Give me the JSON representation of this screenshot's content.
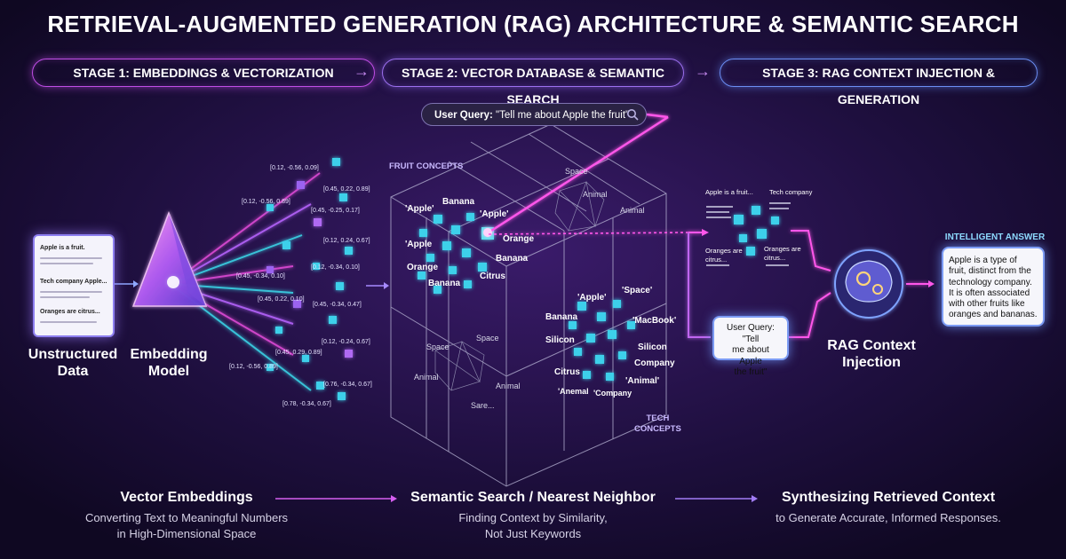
{
  "title": "RETRIEVAL-AUGMENTED GENERATION (RAG) ARCHITECTURE & SEMANTIC SEARCH",
  "stages": [
    "STAGE 1: EMBEDDINGS & VECTORIZATION",
    "STAGE 2: VECTOR DATABASE & SEMANTIC SEARCH",
    "STAGE 3: RAG CONTEXT INJECTION & GENERATION"
  ],
  "query_pill": {
    "label": "User Query:",
    "text": "\"Tell me about Apple the fruit\"",
    "icon": "search-icon"
  },
  "document": {
    "lines": [
      "Apple is a fruit.",
      "Tech company Apple...",
      "Oranges are citrus..."
    ],
    "label_line1": "Unstructured",
    "label_line2": "Data"
  },
  "embedding_model": {
    "line1": "Embedding",
    "line2": "Model"
  },
  "vectors": [
    "[0.12, -0.56, 0.09]",
    "[0.12, -0.56, 0.89]",
    "[0.45, 0.22, 0.89]",
    "[0.45, -0.25, 0.17]",
    "[0.12, 0.24, 0.67]",
    "[0.45, -0.34, 0.10]",
    "[0.12, -0.34, 0.10]",
    "[0.45, 0.22, 0.10]",
    "[0.45, -0.34, 0.47]",
    "[0.12, -0.24, 0.67]",
    "[0.45, 0.29, 0.89]",
    "[0.12, -0.56, 0.89]",
    "[0.76, -0.34, 0.67]",
    "[0.78, -0.34, 0.67]"
  ],
  "cube": {
    "fruit_title": "FRUIT CONCEPTS",
    "fruit_words": [
      "'Apple'",
      "Banana",
      "'Apple'",
      "'Apple",
      "Orange",
      "Orange",
      "Banana",
      "Citrus",
      "Banana"
    ],
    "space_top": [
      "Space",
      "Animal",
      "Animal"
    ],
    "space_bottom": [
      "Space",
      "Space",
      "Animal",
      "Animal",
      "Sare..."
    ],
    "tech_words": [
      "'Apple'",
      "'Space'",
      "Banana",
      "'MacBook'",
      "Silicon",
      "Silicon",
      "Company",
      "Citrus",
      "'Animal'",
      "'Anemal",
      "'Company"
    ],
    "tech_title_line1": "TECH",
    "tech_title_line2": "CONCEPTS"
  },
  "retrieved": {
    "items": [
      "Apple is a fruit...",
      "Tech company",
      "Oranges are",
      "citrus...",
      "Oranges are",
      "citrus..."
    ]
  },
  "query_bubble": {
    "line1": "User Query: \"Tell",
    "line2": "me about Apple",
    "line3": "the fruit\""
  },
  "rag": {
    "line1": "RAG Context",
    "line2": "Injection",
    "icon": "brain-gear-icon"
  },
  "answer": {
    "title": "INTELLIGENT ANSWER",
    "lines": [
      "Apple is a type of",
      "fruit, distinct from the",
      "technology company.",
      "It is often associated",
      "with other fruits like",
      "oranges and bananas."
    ]
  },
  "bottom": [
    {
      "head": "Vector Embeddings",
      "sub1": "Converting Text to Meaningful Numbers",
      "sub2": "in High-Dimensional Space"
    },
    {
      "head": "Semantic Search / Nearest Neighbor",
      "sub1": "Finding Context by Similarity,",
      "sub2": "Not Just Keywords"
    },
    {
      "head": "Synthesizing Retrieved Context",
      "sub1": "to Generate Accurate, Informed Responses.",
      "sub2": ""
    }
  ],
  "colors": {
    "accent_pink": "#e046d8",
    "accent_violet": "#9d6cf2",
    "accent_blue": "#5f8cf5",
    "cyan": "#48d6e8",
    "background": "#140a2a"
  }
}
